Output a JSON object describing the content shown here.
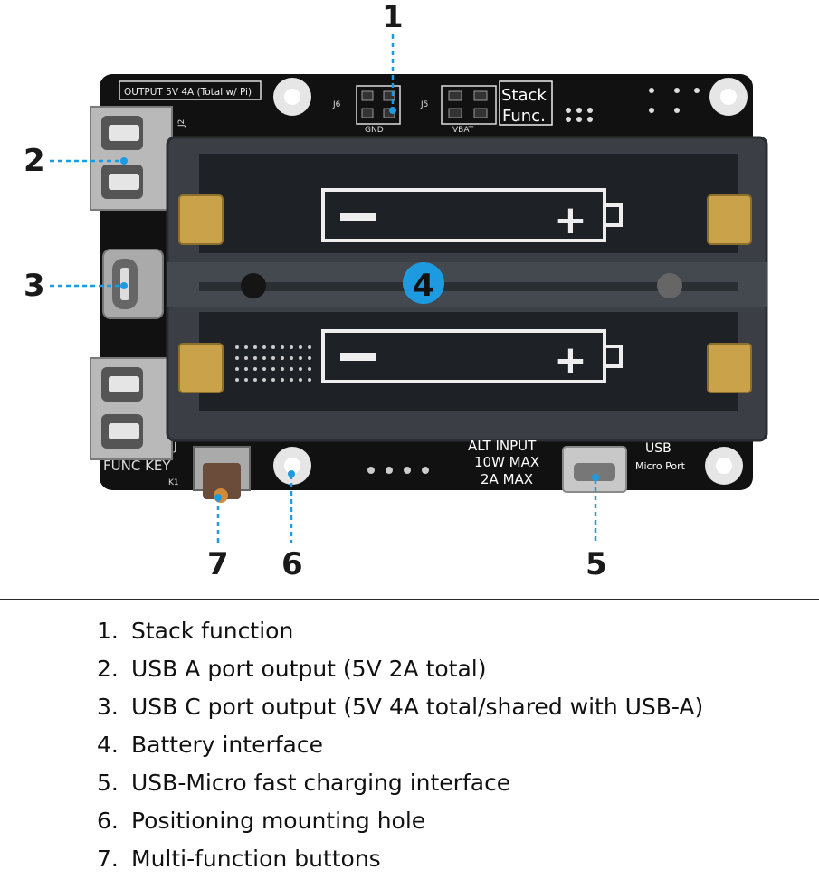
{
  "board": {
    "output_label": "OUTPUT 5V 4A (Total w/ Pi)",
    "j2_label": "J2",
    "j6_label": "J6",
    "j5_label": "J5",
    "gnd_label": "GND",
    "vbat_label": "VBAT",
    "stack_label_1": "Stack",
    "stack_label_2": "Func.",
    "func_key_label": "FUNC KEY",
    "k1_label": "K1",
    "j_label": "J",
    "alt_input_1": "ALT INPUT",
    "alt_input_2": "10W MAX",
    "alt_input_3": "2A MAX",
    "usb_label": "USB",
    "micro_port_label": "Micro Port",
    "battery_minus": "−",
    "battery_plus": "+"
  },
  "callouts": {
    "c1": "1",
    "c2": "2",
    "c3": "3",
    "c4": "4",
    "c5": "5",
    "c6": "6",
    "c7": "7"
  },
  "colors": {
    "accent": "#1e9be0",
    "pcb": "#111111",
    "holder": "#3b3f45",
    "contact": "#c9a24a"
  },
  "legend": [
    {
      "num": "1.",
      "text": "Stack function"
    },
    {
      "num": "2.",
      "text": "USB A port output (5V 2A total)"
    },
    {
      "num": "3.",
      "text": "USB C port output (5V 4A total/shared with USB-A)"
    },
    {
      "num": "4.",
      "text": "Battery interface"
    },
    {
      "num": "5.",
      "text": "USB-Micro fast charging interface"
    },
    {
      "num": "6.",
      "text": "Positioning mounting hole"
    },
    {
      "num": "7.",
      "text": "Multi-function buttons"
    }
  ]
}
